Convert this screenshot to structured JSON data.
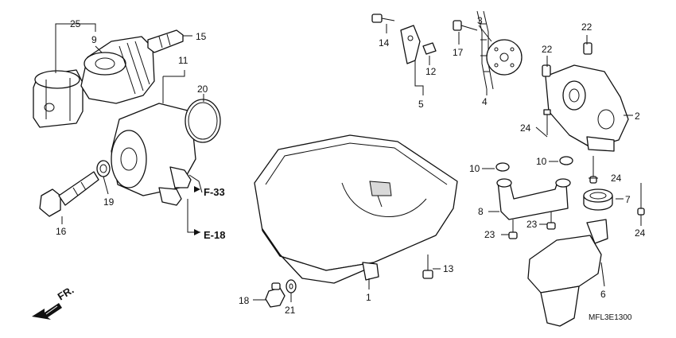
{
  "diagram": {
    "part_labels": [
      "25",
      "9",
      "15",
      "11",
      "20",
      "3",
      "22",
      "22",
      "14",
      "17",
      "12",
      "5",
      "4",
      "2",
      "24",
      "10",
      "10",
      "24",
      "7",
      "8",
      "23",
      "23",
      "24",
      "16",
      "19",
      "13",
      "1",
      "18",
      "21",
      "6"
    ],
    "refs": {
      "f33": "F-33",
      "e18": "E-18"
    },
    "direction": "FR.",
    "drawing_code": "MFL3E1300"
  }
}
